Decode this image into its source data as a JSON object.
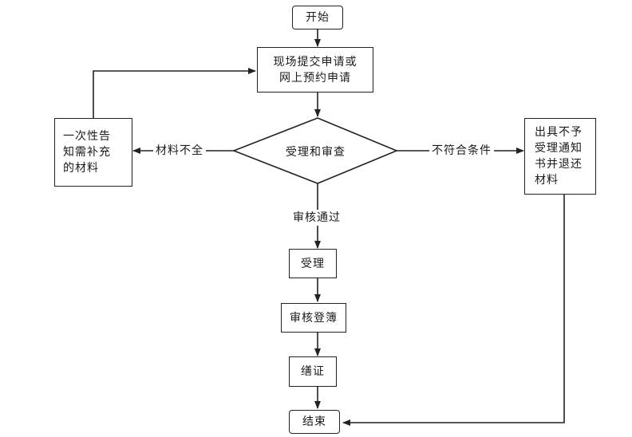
{
  "nodes": {
    "start": "开始",
    "submit_line1": "现场提交申请或",
    "submit_line2": "网上预约申请",
    "decision": "受理和审查",
    "notify_line1": "一次性告",
    "notify_line2": "知需补充",
    "notify_line3": "的材料",
    "reject_line1": "出具不予",
    "reject_line2": "受理通知",
    "reject_line3": "书并退还",
    "reject_line4": "材料",
    "accept": "受理",
    "register": "审核登簿",
    "issue": "缮证",
    "end": "结束"
  },
  "edges": {
    "incomplete": "材料不全",
    "not_qualified": "不符合条件",
    "approved": "审核通过"
  }
}
